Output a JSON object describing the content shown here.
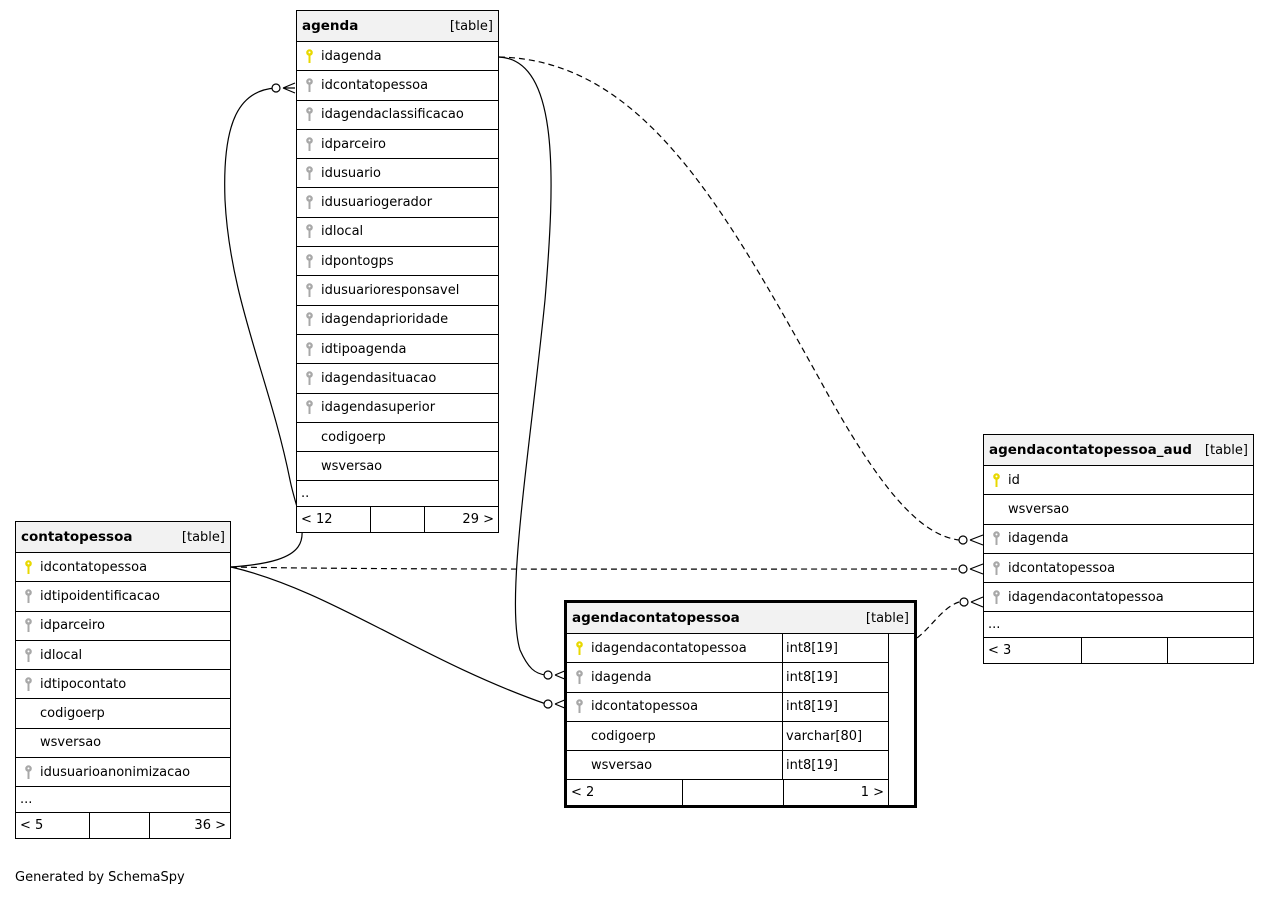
{
  "tables": {
    "agenda": {
      "name": "agenda",
      "type": "[table]",
      "columns": [
        {
          "name": "idagenda",
          "key": "pk"
        },
        {
          "name": "idcontatopessoa",
          "key": "fk"
        },
        {
          "name": "idagendaclassificacao",
          "key": "fk"
        },
        {
          "name": "idparceiro",
          "key": "fk"
        },
        {
          "name": "idusuario",
          "key": "fk"
        },
        {
          "name": "idusuariogerador",
          "key": "fk"
        },
        {
          "name": "idlocal",
          "key": "fk"
        },
        {
          "name": "idpontogps",
          "key": "fk"
        },
        {
          "name": "idusuarioresponsavel",
          "key": "fk"
        },
        {
          "name": "idagendaprioridade",
          "key": "fk"
        },
        {
          "name": "idtipoagenda",
          "key": "fk"
        },
        {
          "name": "idagendasituacao",
          "key": "fk"
        },
        {
          "name": "idagendasuperior",
          "key": "fk"
        },
        {
          "name": "codigoerp",
          "key": "none"
        },
        {
          "name": "wsversao",
          "key": "none"
        }
      ],
      "more": "..",
      "footer": {
        "left": "< 12",
        "right": "29 >"
      }
    },
    "contatopessoa": {
      "name": "contatopessoa",
      "type": "[table]",
      "columns": [
        {
          "name": "idcontatopessoa",
          "key": "pk"
        },
        {
          "name": "idtipoidentificacao",
          "key": "fk"
        },
        {
          "name": "idparceiro",
          "key": "fk"
        },
        {
          "name": "idlocal",
          "key": "fk"
        },
        {
          "name": "idtipocontato",
          "key": "fk"
        },
        {
          "name": "codigoerp",
          "key": "none"
        },
        {
          "name": "wsversao",
          "key": "none"
        },
        {
          "name": "idusuarioanonimizacao",
          "key": "fk"
        }
      ],
      "more": "...",
      "footer": {
        "left": "< 5",
        "right": "36 >"
      }
    },
    "agendacontatopessoa": {
      "name": "agendacontatopessoa",
      "type": "[table]",
      "columns": [
        {
          "name": "idagendacontatopessoa",
          "key": "pk",
          "dtype": "int8[19]"
        },
        {
          "name": "idagenda",
          "key": "fk",
          "dtype": "int8[19]"
        },
        {
          "name": "idcontatopessoa",
          "key": "fk",
          "dtype": "int8[19]"
        },
        {
          "name": "codigoerp",
          "key": "none",
          "dtype": "varchar[80]"
        },
        {
          "name": "wsversao",
          "key": "none",
          "dtype": "int8[19]"
        }
      ],
      "footer": {
        "left": "< 2",
        "right": "1 >"
      }
    },
    "agendacontatopessoa_aud": {
      "name": "agendacontatopessoa_aud",
      "type": "[table]",
      "columns": [
        {
          "name": "id",
          "key": "pk"
        },
        {
          "name": "wsversao",
          "key": "none"
        },
        {
          "name": "idagenda",
          "key": "fk"
        },
        {
          "name": "idcontatopessoa",
          "key": "fk"
        },
        {
          "name": "idagendacontatopessoa",
          "key": "fk"
        }
      ],
      "more": "...",
      "footer": {
        "left": "< 3",
        "right": ""
      }
    }
  },
  "relationships": [
    {
      "from": "contatopessoa.idcontatopessoa",
      "to": "agenda.idcontatopessoa",
      "style": "solid"
    },
    {
      "from": "agenda.idagenda",
      "to": "agendacontatopessoa.idagenda",
      "style": "solid"
    },
    {
      "from": "contatopessoa.idcontatopessoa",
      "to": "agendacontatopessoa.idcontatopessoa",
      "style": "solid"
    },
    {
      "from": "agenda.idagenda",
      "to": "agendacontatopessoa_aud.idagenda",
      "style": "dashed"
    },
    {
      "from": "contatopessoa.idcontatopessoa",
      "to": "agendacontatopessoa_aud.idcontatopessoa",
      "style": "dashed"
    },
    {
      "from": "agendacontatopessoa.idagendacontatopessoa",
      "to": "agendacontatopessoa_aud.idagendacontatopessoa",
      "style": "dashed"
    }
  ],
  "icons": {
    "pk": "primary-key-icon",
    "fk": "foreign-key-icon"
  },
  "colors": {
    "pk": "#e8d800",
    "fk": "#a8a8a8"
  },
  "footer_text": "Generated by SchemaSpy"
}
